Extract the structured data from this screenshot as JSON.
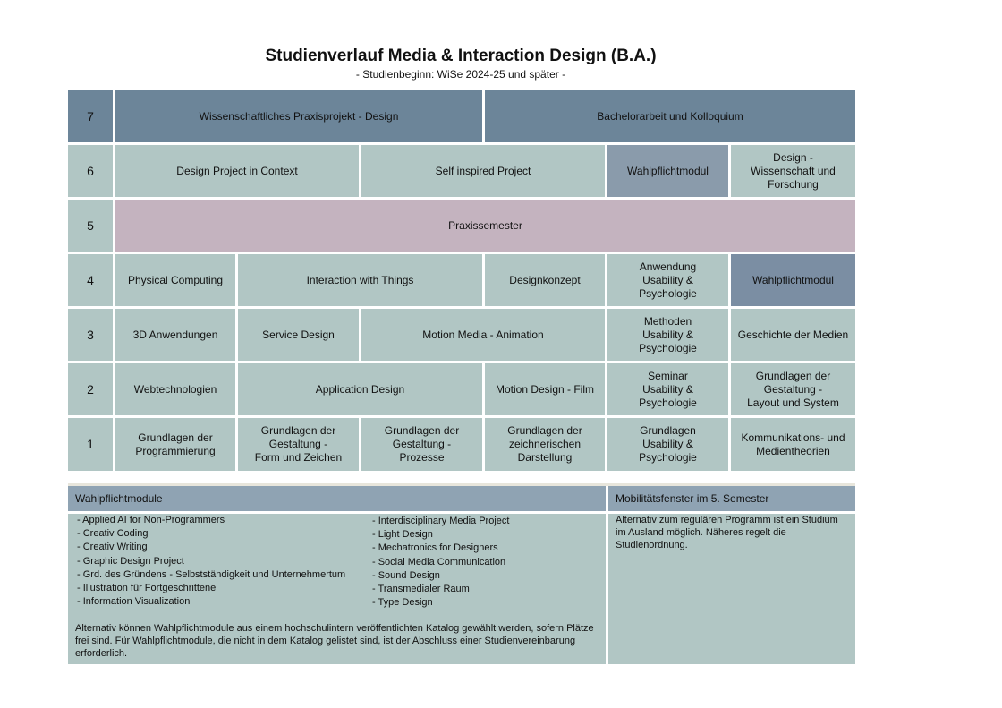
{
  "title": "Studienverlauf Media & Interaction Design (B.A.)",
  "subtitle": "- Studienbeginn: WiSe 2024-25 und später -",
  "semesters": {
    "s7": {
      "number": "7",
      "modules": [
        "Wissenschaftliches Praxisprojekt - Design",
        "Bachelorarbeit und Kolloquium"
      ]
    },
    "s6": {
      "number": "6",
      "modules": [
        "Design Project in Context",
        "Self inspired Project",
        "Wahlpflichtmodul",
        "Design -\nWissenschaft und\nForschung"
      ]
    },
    "s5": {
      "number": "5",
      "modules": [
        "Praxissemester"
      ]
    },
    "s4": {
      "number": "4",
      "modules": [
        "Physical Computing",
        "Interaction with Things",
        "Designkonzept",
        "Anwendung\nUsability &\nPsychologie",
        "Wahlpflichtmodul"
      ]
    },
    "s3": {
      "number": "3",
      "modules": [
        "3D Anwendungen",
        "Service Design",
        "Motion Media - Animation",
        "Methoden\nUsability &\nPsychologie",
        "Geschichte der Medien"
      ]
    },
    "s2": {
      "number": "2",
      "modules": [
        "Webtechnologien",
        "Application Design",
        "Motion Design - Film",
        "Seminar\nUsability &\nPsychologie",
        "Grundlagen der\nGestaltung -\nLayout und System"
      ]
    },
    "s1": {
      "number": "1",
      "modules": [
        "Grundlagen der\nProgrammierung",
        "Grundlagen der\nGestaltung -\nForm und Zeichen",
        "Grundlagen der\nGestaltung -\nProzesse",
        "Grundlagen der\nzeichnerischen\nDarstellung",
        "Grundlagen\nUsability &\nPsychologie",
        "Kommunikations- und\nMedientheorien"
      ]
    }
  },
  "wahlpflicht": {
    "heading": "Wahlpflichtmodule",
    "col1": [
      "- Applied AI for Non-Programmers",
      "- Creativ Coding",
      "- Creativ Writing",
      "- Graphic Design Project",
      "- Grd. des Gründens - Selbstständigkeit und Unternehmertum",
      "- Illustration für Fortgeschrittene",
      "- Information Visualization"
    ],
    "col2": [
      "- Interdisciplinary Media Project",
      "- Light Design",
      "- Mechatronics for Designers",
      "- Social Media Communication",
      "- Sound Design",
      "- Transmedialer Raum",
      "- Type Design"
    ],
    "note": "Alternativ können Wahlpflichtmodule aus einem hochschulintern veröffentlichten Katalog gewählt werden, sofern Plätze frei sind. Für Wahlpflichtmodule, die nicht in dem Katalog gelistet sind, ist der Abschluss einer Studienvereinbarung erforderlich."
  },
  "mobilitaet": {
    "heading": "Mobilitätsfenster im 5. Semester",
    "text": "Alternativ zum regulären Programm ist ein Studium im Ausland möglich. Näheres regelt die Studienordnung."
  },
  "colors": {
    "dark": "#6c8599",
    "light": "#b1c6c4",
    "pink": "#c4b3bf",
    "wahlpflicht": "#8a9bab"
  }
}
